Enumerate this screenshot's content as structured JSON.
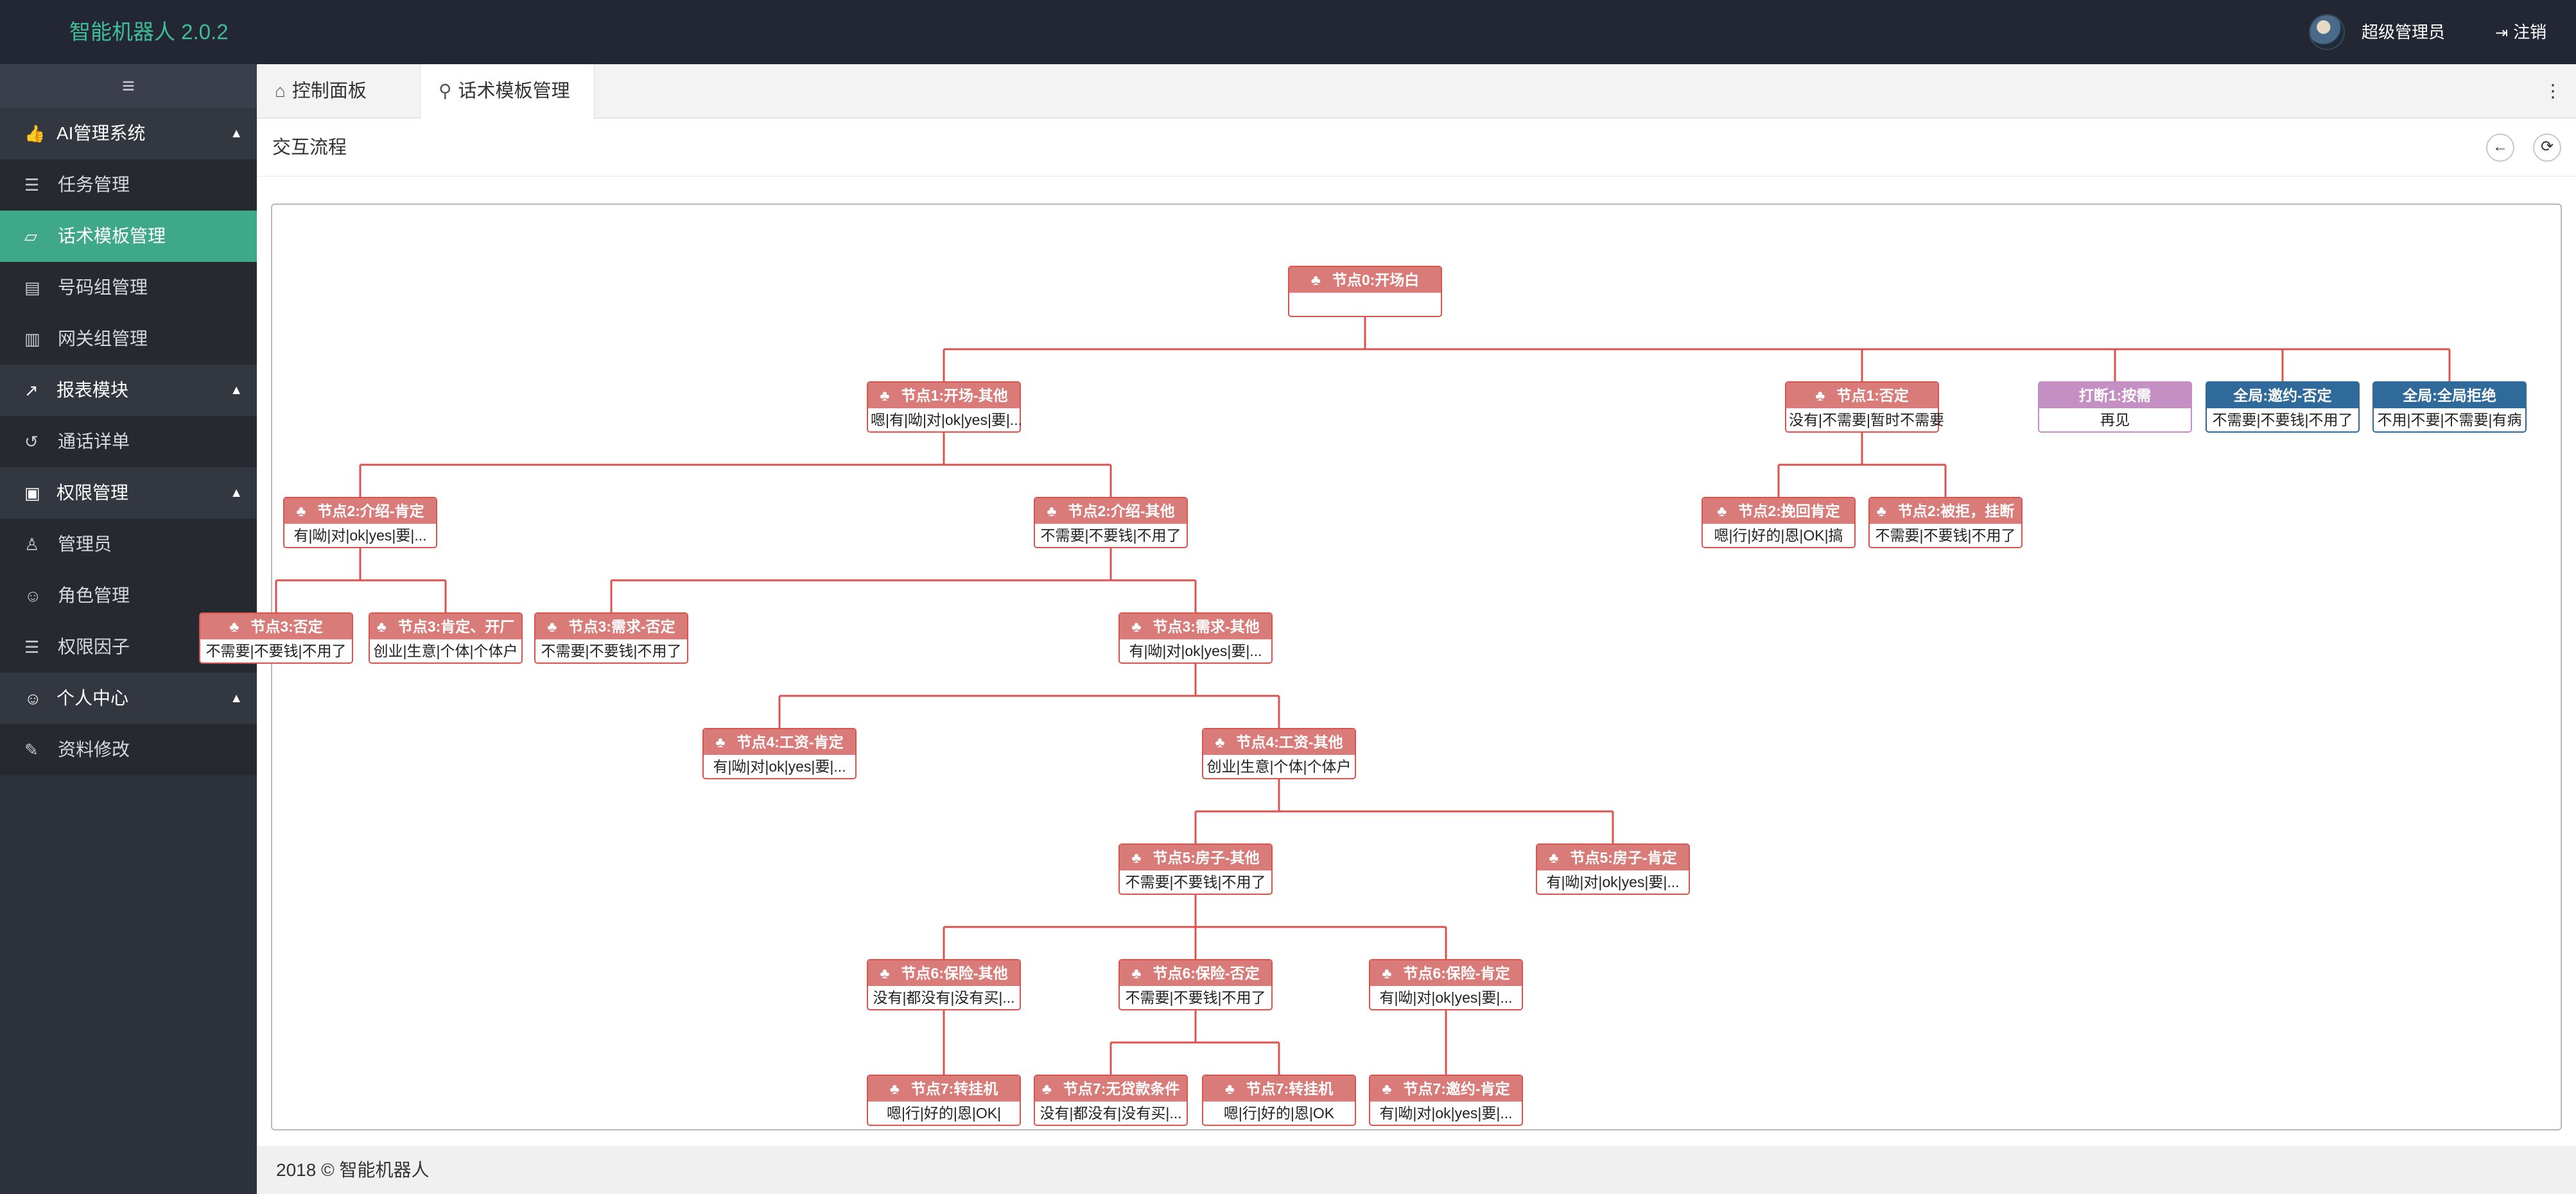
{
  "app": {
    "title": "智能机器人 2.0.2"
  },
  "header": {
    "user_name": "超级管理员",
    "logout_label": "注销"
  },
  "sidebar": {
    "toggle_icon": "hamburger-icon",
    "groups": [
      {
        "label": "AI管理系统",
        "icon": "thumbs-up-icon",
        "items": [
          {
            "label": "任务管理",
            "icon": "list-icon"
          },
          {
            "label": "话术模板管理",
            "icon": "book-icon",
            "active": true
          },
          {
            "label": "号码组管理",
            "icon": "id-card-icon"
          },
          {
            "label": "网关组管理",
            "icon": "map-icon"
          }
        ]
      },
      {
        "label": "报表模块",
        "icon": "line-chart-icon",
        "items": [
          {
            "label": "通话详单",
            "icon": "history-icon"
          }
        ]
      },
      {
        "label": "权限管理",
        "icon": "id-badge-icon",
        "items": [
          {
            "label": "管理员",
            "icon": "user-icon"
          },
          {
            "label": "角色管理",
            "icon": "user-circle-icon"
          },
          {
            "label": "权限因子",
            "icon": "list-icon"
          }
        ]
      },
      {
        "label": "个人中心",
        "icon": "user-circle-icon",
        "items": [
          {
            "label": "资料修改",
            "icon": "edit-icon"
          }
        ]
      }
    ]
  },
  "tabs": [
    {
      "label": "控制面板",
      "icon": "home-icon"
    },
    {
      "label": "话术模板管理",
      "icon": "map-pin-icon",
      "active": true
    }
  ],
  "page": {
    "title": "交互流程"
  },
  "flow": {
    "colors": {
      "node": "#d97b78",
      "interrupt": "#c490c4",
      "global": "#2f6a9a",
      "connector": "#d9534f"
    },
    "nodes": [
      {
        "title": "节点0:开场白",
        "body": ""
      },
      {
        "title": "节点1:开场-其他",
        "body": "嗯|有|呦|对|ok|yes|要|..."
      },
      {
        "title": "节点1:否定",
        "body": "没有|不需要|暂时不需要"
      },
      {
        "title": "打断1:按需",
        "body": "再见"
      },
      {
        "title": "全局:邀约-否定",
        "body": "不需要|不要钱|不用了"
      },
      {
        "title": "全局:全局拒绝",
        "body": "不用|不要|不需要|有病"
      },
      {
        "title": "节点2:介绍-肯定",
        "body": "有|呦|对|ok|yes|要|..."
      },
      {
        "title": "节点2:介绍-其他",
        "body": "不需要|不要钱|不用了"
      },
      {
        "title": "节点2:挽回肯定",
        "body": "嗯|行|好的|恩|OK|搞"
      },
      {
        "title": "节点2:被拒，挂断",
        "body": "不需要|不要钱|不用了"
      },
      {
        "title": "节点3:否定",
        "body": "不需要|不要钱|不用了"
      },
      {
        "title": "节点3:肯定、开厂",
        "body": "创业|生意|个体|个体户"
      },
      {
        "title": "节点3:需求-否定",
        "body": "不需要|不要钱|不用了"
      },
      {
        "title": "节点3:需求-其他",
        "body": "有|呦|对|ok|yes|要|..."
      },
      {
        "title": "节点4:工资-肯定",
        "body": "有|呦|对|ok|yes|要|..."
      },
      {
        "title": "节点4:工资-其他",
        "body": "创业|生意|个体|个体户"
      },
      {
        "title": "节点5:房子-其他",
        "body": "不需要|不要钱|不用了"
      },
      {
        "title": "节点5:房子-肯定",
        "body": "有|呦|对|ok|yes|要|..."
      },
      {
        "title": "节点6:保险-其他",
        "body": "没有|都没有|没有买|..."
      },
      {
        "title": "节点6:保险-否定",
        "body": "不需要|不要钱|不用了"
      },
      {
        "title": "节点6:保险-肯定",
        "body": "有|呦|对|ok|yes|要|..."
      },
      {
        "title": "节点7:转挂机",
        "body": "嗯|行|好的|恩|OK|"
      },
      {
        "title": "节点7:无贷款条件",
        "body": "没有|都没有|没有买|..."
      },
      {
        "title": "节点7:转挂机",
        "body": "嗯|行|好的|恩|OK"
      },
      {
        "title": "节点7:邀约-肯定",
        "body": "有|呦|对|ok|yes|要|..."
      }
    ]
  },
  "footer": {
    "text": "2018 © 智能机器人"
  }
}
